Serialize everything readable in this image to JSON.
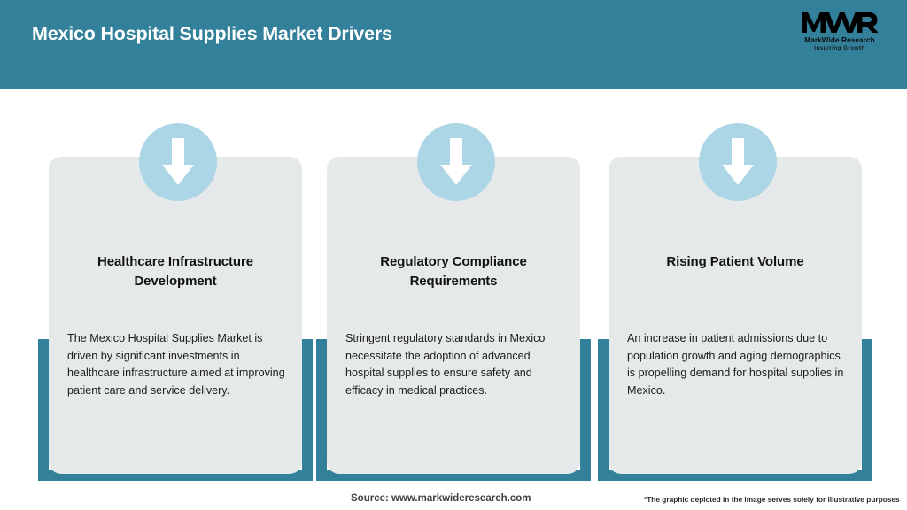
{
  "header": {
    "title": "Mexico Hospital Supplies Market Drivers",
    "background_color": "#33809b",
    "title_color": "#ffffff",
    "logo": {
      "mark": "MWR",
      "name": "MarkWide Research",
      "tagline": "Inspiring Growth"
    }
  },
  "cards": [
    {
      "icon": "down-arrow-icon",
      "title": "Healthcare Infrastructure Development",
      "body": "The Mexico Hospital Supplies Market is driven by significant investments in healthcare infrastructure aimed at improving patient care and service delivery."
    },
    {
      "icon": "down-arrow-icon",
      "title": "Regulatory Compliance Requirements",
      "body": "Stringent regulatory standards in Mexico necessitate the adoption of advanced hospital supplies to ensure safety and efficacy in medical practices."
    },
    {
      "icon": "down-arrow-icon",
      "title": "Rising Patient Volume",
      "body": "An increase in patient admissions due to population growth and aging demographics is propelling demand for hospital supplies in Mexico."
    }
  ],
  "footer": {
    "source": "Source: www.markwideresearch.com",
    "disclaimer": "*The graphic depicted in the image serves solely for illustrative purposes"
  },
  "theme": {
    "teal": "#33809b",
    "card_gray": "#e6e9ea",
    "badge_blue": "#acd6e5",
    "page_background": "#ffffff"
  }
}
